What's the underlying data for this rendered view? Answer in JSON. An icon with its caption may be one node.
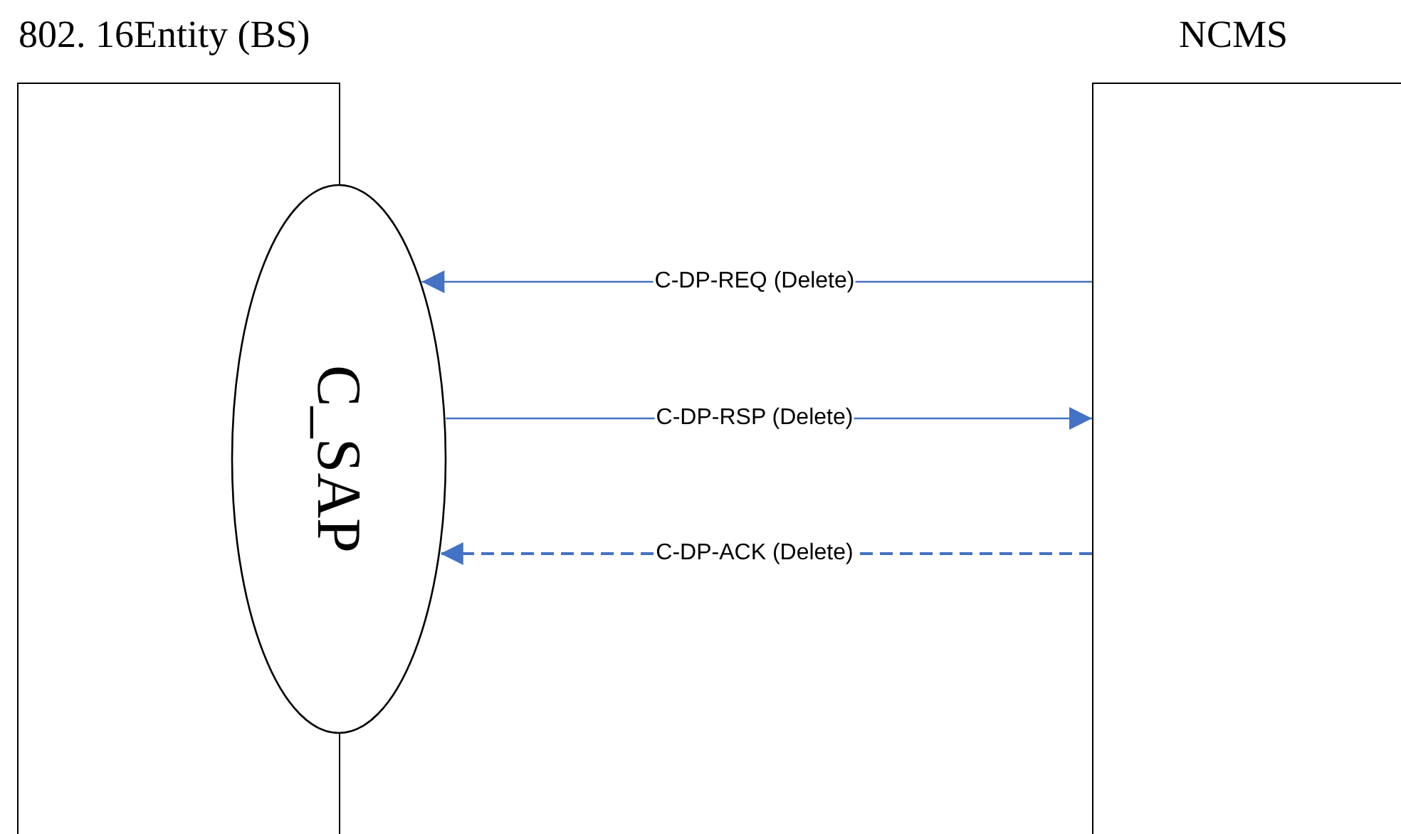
{
  "diagram": {
    "nodes": [
      {
        "text": [
          "802. 16Entity (BS)"
        ]
      },
      {
        "text": [
          "NCMS"
        ]
      },
      {
        "text": [
          "C_SAP"
        ]
      }
    ],
    "edges": [
      {
        "from": 1,
        "to": 2,
        "arrow": "to",
        "label": "C-DP-REQ (Delete)"
      },
      {
        "from": 2,
        "to": 1,
        "arrow": "to",
        "label": "C-DP-RSP (Delete)"
      },
      {
        "from": 1,
        "to": 2,
        "arrow": "to",
        "label": "C-DP-ACK (Delete)",
        "style": "dashed"
      }
    ]
  }
}
